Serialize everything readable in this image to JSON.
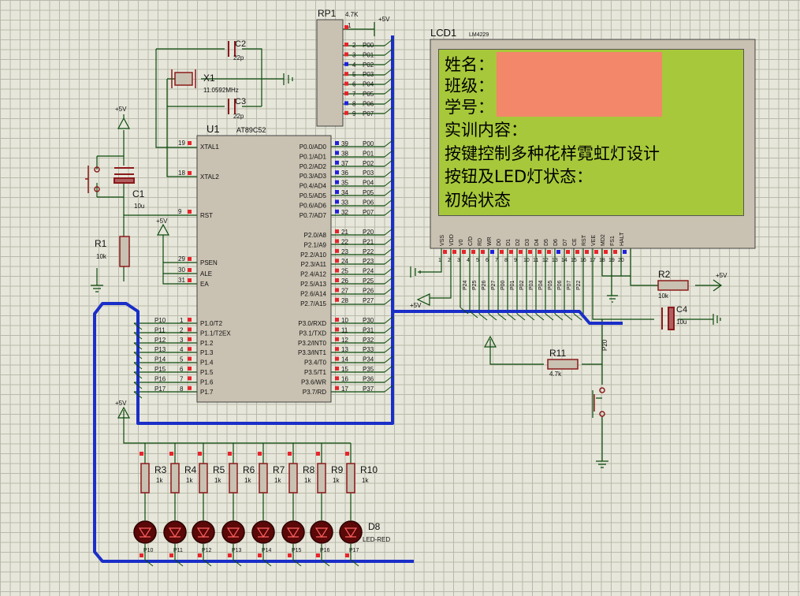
{
  "schematic": {
    "lcd": {
      "ref": "LCD1",
      "model": "LM4229",
      "lines": [
        "姓名：",
        "班级：",
        "学号：",
        "实训内容：",
        "按键控制多种花样霓虹灯设计",
        "按钮及LED灯状态：",
        "初始状态"
      ],
      "pins": [
        "VSS",
        "VDD",
        "V0",
        "C/D",
        "RD",
        "WR",
        "D0",
        "D1",
        "D2",
        "D3",
        "D4",
        "D5",
        "D6",
        "D7",
        "CE",
        "RST",
        "VEE",
        "MD2",
        "FS1",
        "HALT"
      ],
      "pin_numbers": [
        "1",
        "2",
        "3",
        "4",
        "5",
        "6",
        "7",
        "8",
        "9",
        "10",
        "11",
        "12",
        "13",
        "14",
        "15",
        "16",
        "17",
        "18",
        "19",
        "20"
      ],
      "bus_labels": [
        "P24",
        "P25",
        "P26",
        "P27",
        "P00",
        "P01",
        "P02",
        "P03",
        "P04",
        "P05",
        "P06",
        "P07",
        "P22"
      ]
    },
    "mcu": {
      "ref": "U1",
      "model": "AT89C52",
      "left_pins": [
        {
          "n": "19",
          "name": "XTAL1"
        },
        {
          "n": "18",
          "name": "XTAL2"
        },
        {
          "n": "9",
          "name": "RST"
        },
        {
          "n": "29",
          "name": "PSEN"
        },
        {
          "n": "30",
          "name": "ALE"
        },
        {
          "n": "31",
          "name": "EA"
        }
      ],
      "p1": [
        {
          "n": "1",
          "name": "P1.0/T2",
          "net": "P10"
        },
        {
          "n": "2",
          "name": "P1.1/T2EX",
          "net": "P11"
        },
        {
          "n": "3",
          "name": "P1.2",
          "net": "P12"
        },
        {
          "n": "4",
          "name": "P1.3",
          "net": "P13"
        },
        {
          "n": "5",
          "name": "P1.4",
          "net": "P14"
        },
        {
          "n": "6",
          "name": "P1.5",
          "net": "P15"
        },
        {
          "n": "7",
          "name": "P1.6",
          "net": "P16"
        },
        {
          "n": "8",
          "name": "P1.7",
          "net": "P17"
        }
      ],
      "p0": [
        {
          "n": "39",
          "name": "P0.0/AD0",
          "net": "P00"
        },
        {
          "n": "38",
          "name": "P0.1/AD1",
          "net": "P01"
        },
        {
          "n": "37",
          "name": "P0.2/AD2",
          "net": "P02"
        },
        {
          "n": "36",
          "name": "P0.3/AD3",
          "net": "P03"
        },
        {
          "n": "35",
          "name": "P0.4/AD4",
          "net": "P04"
        },
        {
          "n": "34",
          "name": "P0.5/AD5",
          "net": "P05"
        },
        {
          "n": "33",
          "name": "P0.6/AD6",
          "net": "P06"
        },
        {
          "n": "32",
          "name": "P0.7/AD7",
          "net": "P07"
        }
      ],
      "p2": [
        {
          "n": "21",
          "name": "P2.0/A8",
          "net": "P20"
        },
        {
          "n": "22",
          "name": "P2.1/A9",
          "net": "P21"
        },
        {
          "n": "23",
          "name": "P2.2/A10",
          "net": "P22"
        },
        {
          "n": "24",
          "name": "P2.3/A11",
          "net": "P23"
        },
        {
          "n": "25",
          "name": "P2.4/A12",
          "net": "P24"
        },
        {
          "n": "26",
          "name": "P2.5/A13",
          "net": "P25"
        },
        {
          "n": "27",
          "name": "P2.6/A14",
          "net": "P26"
        },
        {
          "n": "28",
          "name": "P2.7/A15",
          "net": "P27"
        }
      ],
      "p3": [
        {
          "n": "10",
          "name": "P3.0/RXD",
          "net": "P30"
        },
        {
          "n": "11",
          "name": "P3.1/TXD",
          "net": "P31"
        },
        {
          "n": "12",
          "name": "P3.2/INT0",
          "net": "P32"
        },
        {
          "n": "13",
          "name": "P3.3/INT1",
          "net": "P33"
        },
        {
          "n": "14",
          "name": "P3.4/T0",
          "net": "P34"
        },
        {
          "n": "15",
          "name": "P3.5/T1",
          "net": "P35"
        },
        {
          "n": "16",
          "name": "P3.6/WR",
          "net": "P36"
        },
        {
          "n": "17",
          "name": "P3.7/RD",
          "net": "P37"
        }
      ]
    },
    "rp1": {
      "ref": "RP1",
      "value": "4.7K",
      "pins": [
        {
          "n": "2",
          "net": "P00"
        },
        {
          "n": "3",
          "net": "P01"
        },
        {
          "n": "4",
          "net": "P02"
        },
        {
          "n": "5",
          "net": "P03"
        },
        {
          "n": "6",
          "net": "P04"
        },
        {
          "n": "7",
          "net": "P05"
        },
        {
          "n": "8",
          "net": "P06"
        },
        {
          "n": "9",
          "net": "P07"
        }
      ],
      "pin1": "1"
    },
    "crystal": {
      "ref": "X1",
      "value": "11.0592MHz"
    },
    "c2": {
      "ref": "C2",
      "value": "22p"
    },
    "c3": {
      "ref": "C3",
      "value": "22p"
    },
    "c1": {
      "ref": "C1",
      "value": "10u"
    },
    "c4": {
      "ref": "C4",
      "value": "10u"
    },
    "r1": {
      "ref": "R1",
      "value": "10k"
    },
    "r2": {
      "ref": "R2",
      "value": "10k"
    },
    "r11": {
      "ref": "R11",
      "value": "4.7k",
      "net": "P20"
    },
    "supply": "+5V",
    "led_resistors": [
      {
        "ref": "R3",
        "value": "1k"
      },
      {
        "ref": "R4",
        "value": "1k"
      },
      {
        "ref": "R5",
        "value": "1k"
      },
      {
        "ref": "R6",
        "value": "1k"
      },
      {
        "ref": "R7",
        "value": "1k"
      },
      {
        "ref": "R8",
        "value": "1k"
      },
      {
        "ref": "R9",
        "value": "1k"
      },
      {
        "ref": "R10",
        "value": "1k"
      }
    ],
    "leds": [
      {
        "net": "P10"
      },
      {
        "net": "P11"
      },
      {
        "net": "P12"
      },
      {
        "net": "P13"
      },
      {
        "net": "P14"
      },
      {
        "net": "P15"
      },
      {
        "net": "P16"
      },
      {
        "net": "P17"
      }
    ],
    "led_ref": "D8",
    "led_model": "LED-RED",
    "colors": {
      "wire": "#0a4a0a",
      "bus": "#1a2ec8",
      "component": "#8b1a1a",
      "chip": "#c9c1b1",
      "lcd_screen": "#a7c83a",
      "lcd_highlight": "#f2876a",
      "pin_red": "#e8242b",
      "pin_blue": "#2020e0"
    }
  }
}
